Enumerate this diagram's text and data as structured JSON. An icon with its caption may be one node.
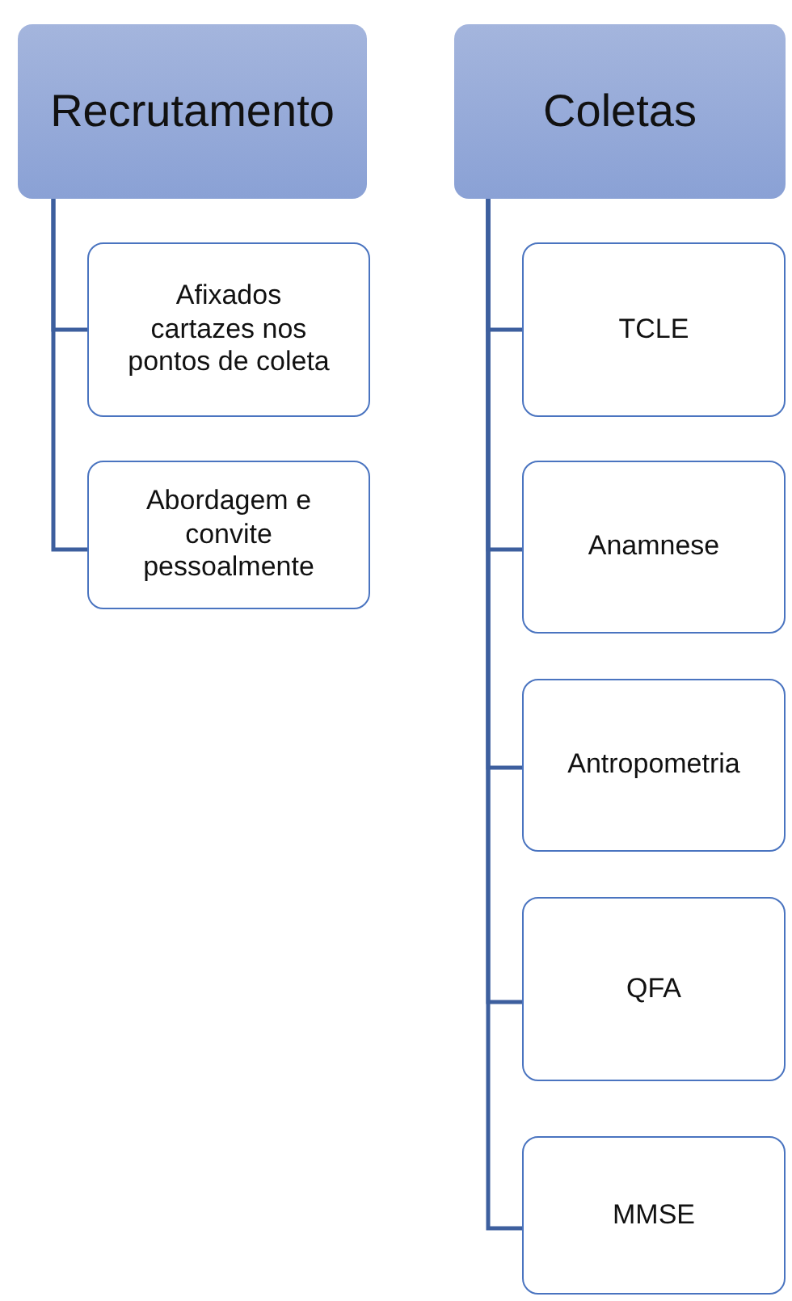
{
  "diagram": {
    "nodes": [
      {
        "text": [
          "Recrutamento"
        ]
      },
      {
        "text": [
          "Afixados cartazes nos pontos de coleta"
        ]
      },
      {
        "text": [
          "Abordagem e convite pessoalmente"
        ]
      },
      {
        "text": [
          "Coletas"
        ]
      },
      {
        "text": [
          "TCLE"
        ]
      },
      {
        "text": [
          "Anamnese"
        ]
      },
      {
        "text": [
          "Antropometria"
        ]
      },
      {
        "text": [
          "QFA"
        ]
      },
      {
        "text": [
          "MMSE"
        ]
      }
    ],
    "edges": [
      {
        "from": 0,
        "to": 1,
        "arrow": "none"
      },
      {
        "from": 0,
        "to": 2,
        "arrow": "none"
      },
      {
        "from": 3,
        "to": 4,
        "arrow": "none"
      },
      {
        "from": 3,
        "to": 5,
        "arrow": "none"
      },
      {
        "from": 3,
        "to": 6,
        "arrow": "none"
      },
      {
        "from": 3,
        "to": 7,
        "arrow": "none"
      },
      {
        "from": 3,
        "to": 8,
        "arrow": "none"
      }
    ]
  }
}
